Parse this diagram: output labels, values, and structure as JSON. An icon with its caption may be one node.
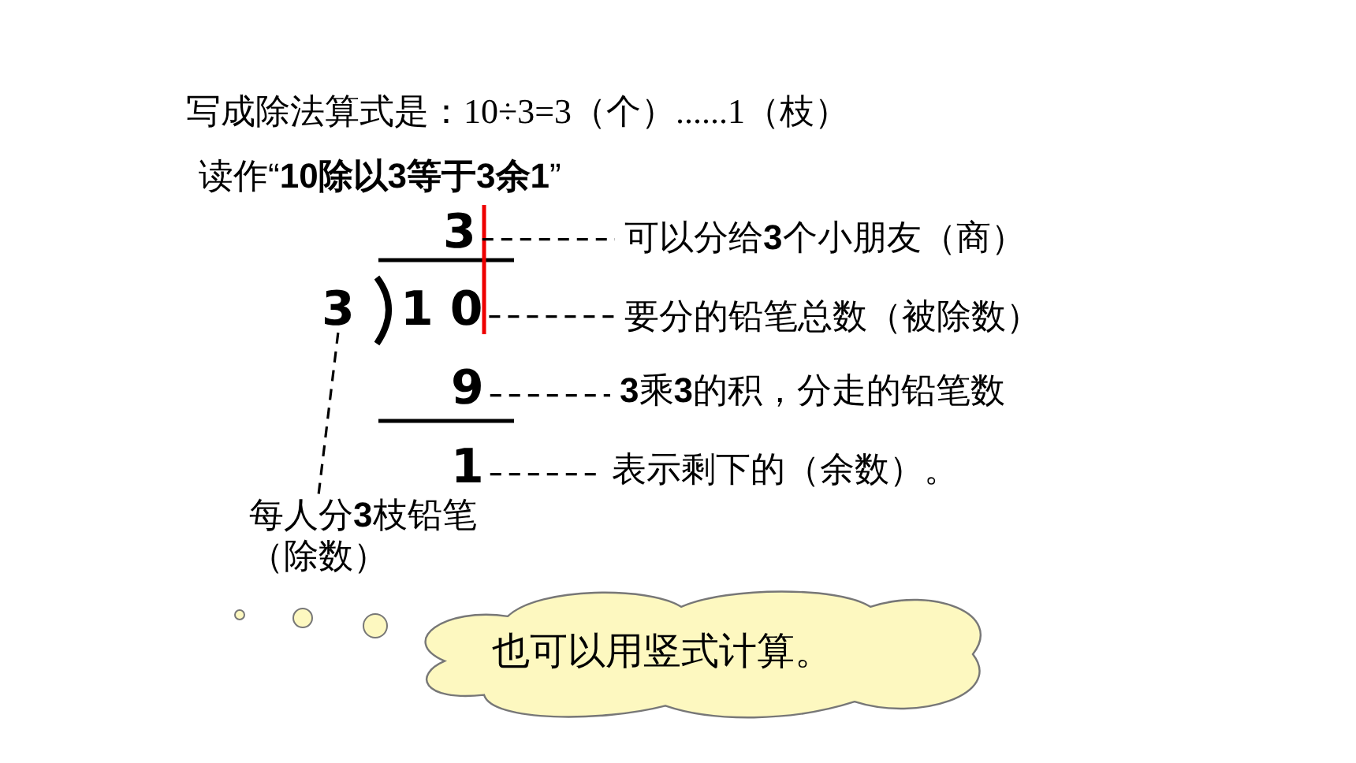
{
  "diagram": {
    "nodes": [
      {
        "text": [
          "3"
        ]
      },
      {
        "text": [
          "可以分给**3**个小朋友（商）"
        ]
      },
      {
        "text": [
          "3"
        ]
      },
      {
        "text": [
          "1 0"
        ]
      },
      {
        "text": [
          "要分的铅笔总数（被除数）"
        ]
      },
      {
        "text": [
          "9"
        ]
      },
      {
        "text": [
          "**3**乘**3**的积，分走的铅笔数"
        ]
      },
      {
        "text": [
          "1"
        ]
      },
      {
        "text": [
          "表示剩下的（余数）。"
        ]
      },
      {
        "text": [
          "每人分**3**枝铅笔（除数）"
        ]
      },
      {
        "text": [
          "也可以用竖式计算。"
        ]
      }
    ],
    "edges": [
      {
        "from": 0,
        "to": 1,
        "arrow": "none",
        "style": "dashed"
      },
      {
        "from": 3,
        "to": 4,
        "arrow": "none",
        "style": "dashed"
      },
      {
        "from": 5,
        "to": 6,
        "arrow": "none",
        "style": "dashed"
      },
      {
        "from": 7,
        "to": 8,
        "arrow": "none",
        "style": "dashed"
      },
      {
        "from": 2,
        "to": 9,
        "arrow": "none",
        "style": "dashed"
      }
    ],
    "labels": [
      "写成除法算式是：10÷3=3（个）......1（枝）",
      "读作“**10除以3等于3余1**”"
    ]
  }
}
